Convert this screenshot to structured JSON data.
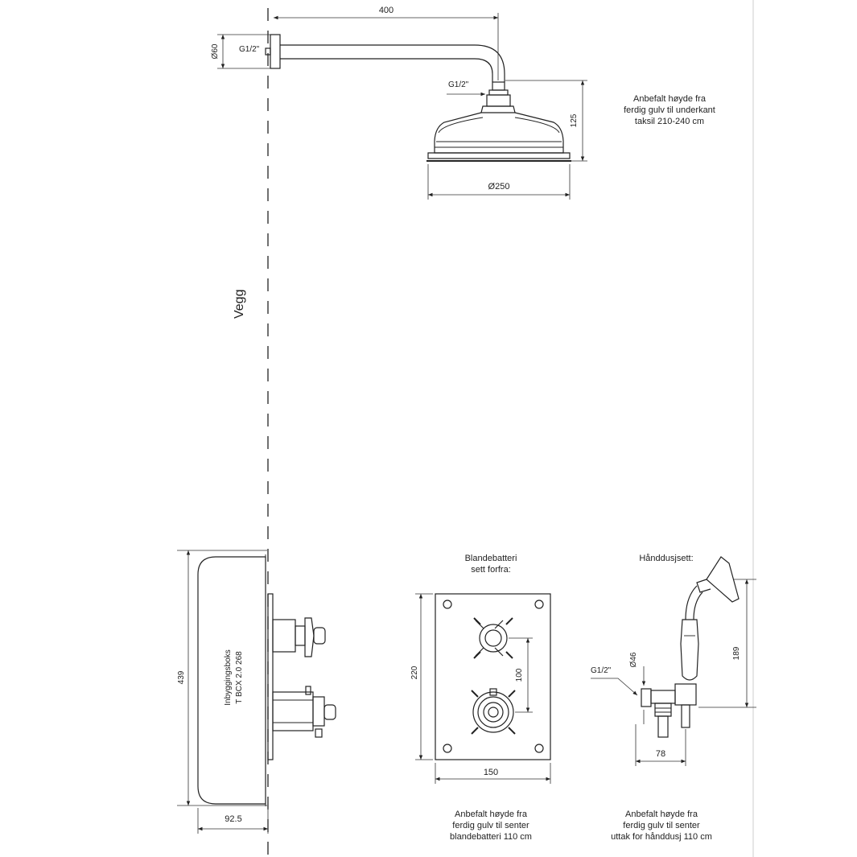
{
  "wall_label": "Vegg",
  "shower_head": {
    "arm_length": "400",
    "flange_diameter": "Ø60",
    "wall_thread": "G1/2\"",
    "head_thread": "G1/2\"",
    "height": "125",
    "head_diameter": "Ø250",
    "note": [
      "Anbefalt høyde fra",
      "ferdig gulv til underkant",
      "taksil 210-240 cm"
    ]
  },
  "box": {
    "height": "439",
    "depth": "92.5",
    "label_lines": [
      "Inbyggingsboks",
      "T BCX 2.0 268"
    ]
  },
  "mixer_front": {
    "title_lines": [
      "Blandebatteri",
      "sett forfra:"
    ],
    "height": "220",
    "width": "150",
    "spacing": "100",
    "note": [
      "Anbefalt høyde fra",
      "ferdig gulv til senter",
      "blandebatteri 110 cm"
    ]
  },
  "hand_shower": {
    "title": "Hånddusjsett:",
    "thread": "G1/2\"",
    "diameter": "Ø46",
    "height": "189",
    "depth": "78",
    "note": [
      "Anbefalt høyde fra",
      "ferdig gulv til senter",
      "uttak for hånddusj 110 cm"
    ]
  },
  "colors": {
    "line": "#222222",
    "background": "#ffffff"
  }
}
